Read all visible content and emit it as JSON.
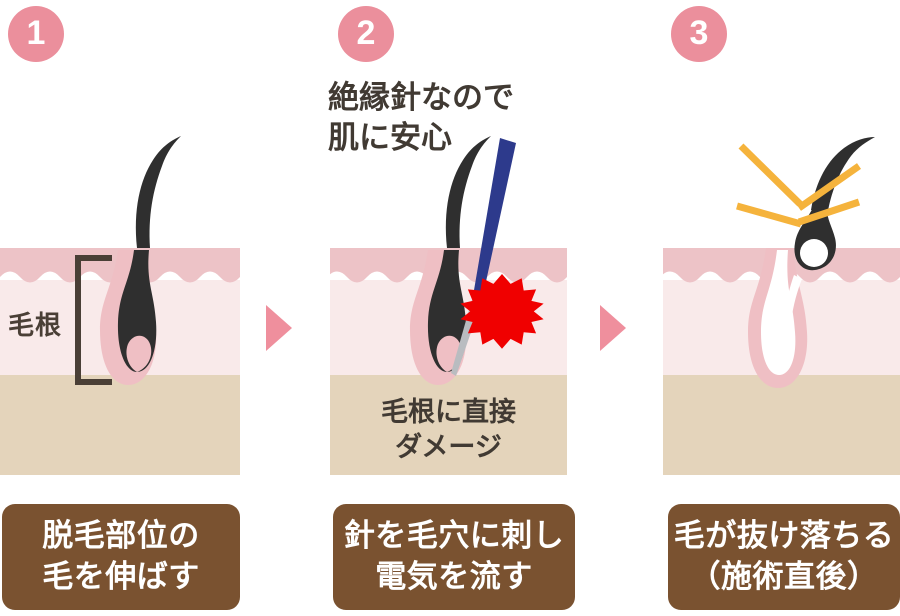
{
  "figure": {
    "title_text_visible": false,
    "background": "#ffffff"
  },
  "colors": {
    "badge_pink": "#eb8f9c",
    "arrow_pink": "#ef8f9d",
    "epidermis": "#edc3c7",
    "dermis": "#f9eaea",
    "subcutis": "#e4d4bb",
    "follicle_pink": "#efbfc4",
    "hair_black": "#2f2f2f",
    "needle_blue": "#2d3a8c",
    "needle_tip_gray": "#b9bcc0",
    "spark_red": "#f00000",
    "sparkle_orange": "#f5b33c",
    "caption_brown": "#7a5230",
    "text_dark": "#413a33",
    "bracket_brown": "#4a3f36"
  },
  "steps": [
    {
      "number": "1",
      "badge_name": "step-1-badge",
      "headline": null,
      "inner_caption": null,
      "root_label": "毛根",
      "caption": "脱毛部位の\n毛を伸ばす"
    },
    {
      "number": "2",
      "badge_name": "step-2-badge",
      "headline": "絶縁針なので\n肌に安心",
      "inner_caption": "毛根に直接\nダメージ",
      "root_label": null,
      "caption": "針を毛穴に刺し\n電気を流す"
    },
    {
      "number": "3",
      "badge_name": "step-3-badge",
      "headline": null,
      "inner_caption": null,
      "root_label": null,
      "caption": "毛が抜け落ちる\n（施術直後）"
    }
  ],
  "arrows": [
    {
      "label": "arrow-step1-to-step2"
    },
    {
      "label": "arrow-step2-to-step3"
    }
  ],
  "skin_layers": [
    {
      "name": "epidermis",
      "label_visible": false
    },
    {
      "name": "dermis",
      "label_visible": false
    },
    {
      "name": "subcutaneous",
      "label_visible": false
    }
  ]
}
